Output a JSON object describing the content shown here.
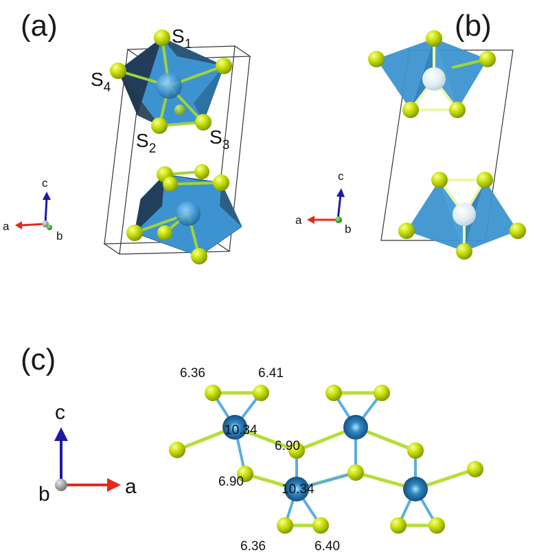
{
  "panels": {
    "a": {
      "label": "(a)",
      "site_labels": [
        {
          "base": "S",
          "sub": "1"
        },
        {
          "base": "S",
          "sub": "4"
        },
        {
          "base": "S",
          "sub": "2"
        },
        {
          "base": "S",
          "sub": "3"
        }
      ],
      "axes": {
        "c": "c",
        "a": "a",
        "b": "b"
      }
    },
    "b": {
      "label": "(b)",
      "axes": {
        "c": "c",
        "a": "a",
        "b": "b"
      }
    },
    "c": {
      "label": "(c)",
      "axes": {
        "c": "c",
        "a": "a",
        "b": "b"
      },
      "values": [
        "6.36",
        "6.41",
        "10.34",
        "6.90",
        "6.90",
        "10.34",
        "6.36",
        "6.40"
      ]
    }
  },
  "colors": {
    "sulfur": "#c8e000",
    "polyhedron": "#3d93cf",
    "polyhedron_dark": "#27465f",
    "metal": "#5fb2e6",
    "metal_dark": "#1f5f90",
    "pale_metal": "#e4f0f4",
    "axis_a": "#e52a1a",
    "axis_c": "#1b1aa8",
    "axis_b_gray": "#8a8a8a",
    "axis_b_green": "#22aa22",
    "bond_green": "#9fd43a",
    "bond_blue": "#5aaee0"
  }
}
